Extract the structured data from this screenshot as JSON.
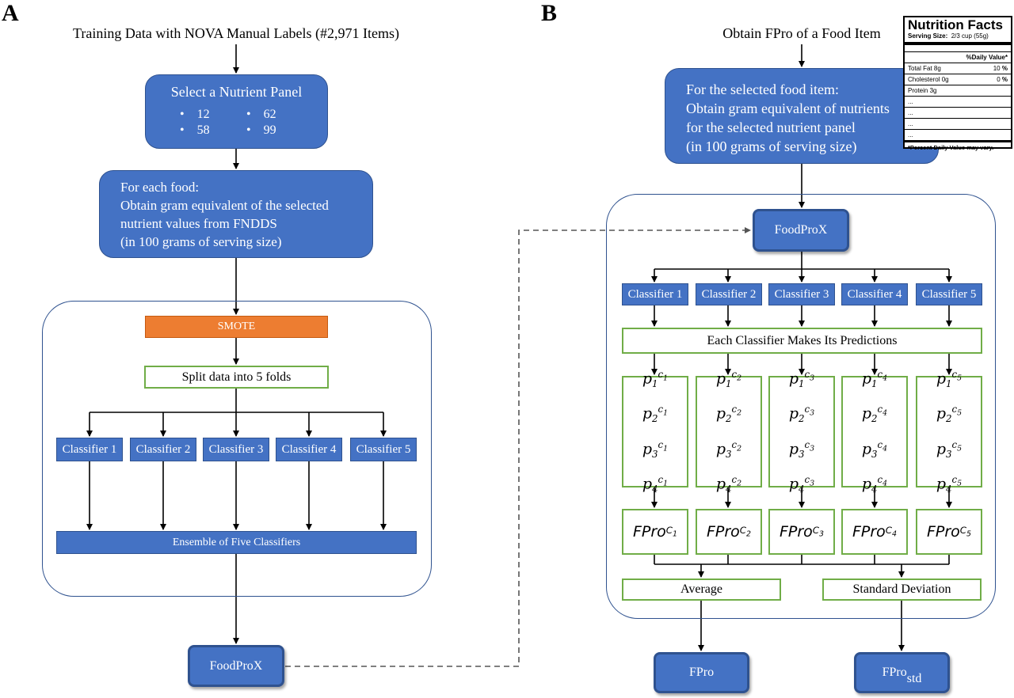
{
  "panel_a": {
    "label": "A",
    "title": "Training Data with NOVA Manual Labels (#2,971 Items)",
    "nutrient_panel": {
      "heading": "Select a Nutrient Panel",
      "options": [
        "12",
        "62",
        "58",
        "99"
      ]
    },
    "each_food": {
      "line1": "For each food:",
      "line2": "Obtain gram equivalent of the selected",
      "line3": "nutrient values from FNDDS",
      "line4": "(in 100 grams of serving size)"
    },
    "smote": "SMOTE",
    "split": "Split data into 5 folds",
    "classifiers": [
      "Classifier 1",
      "Classifier 2",
      "Classifier 3",
      "Classifier 4",
      "Classifier 5"
    ],
    "ensemble": "Ensemble of Five Classifiers",
    "output": "FoodProX"
  },
  "panel_b": {
    "label": "B",
    "title": "Obtain FPro of a Food Item",
    "selected_item": {
      "line1": "For the selected food item:",
      "line2": "Obtain gram equivalent of nutrients",
      "line3": "for the selected nutrient panel",
      "line4": "(in 100 grams of serving size)"
    },
    "model": "FoodProX",
    "classifiers": [
      "Classifier 1",
      "Classifier 2",
      "Classifier 3",
      "Classifier 4",
      "Classifier 5"
    ],
    "predictions": "Each Classifier Makes Its Predictions",
    "prob_columns": [
      {
        "p": "p",
        "c": "c",
        "k": "1",
        "rows": [
          "1",
          "2",
          "3",
          "4"
        ]
      },
      {
        "p": "p",
        "c": "c",
        "k": "2",
        "rows": [
          "1",
          "2",
          "3",
          "4"
        ]
      },
      {
        "p": "p",
        "c": "c",
        "k": "3",
        "rows": [
          "1",
          "2",
          "3",
          "4"
        ]
      },
      {
        "p": "p",
        "c": "c",
        "k": "4",
        "rows": [
          "1",
          "2",
          "3",
          "4"
        ]
      },
      {
        "p": "p",
        "c": "c",
        "k": "5",
        "rows": [
          "1",
          "2",
          "3",
          "4"
        ]
      }
    ],
    "fpro_boxes": [
      {
        "name": "FPro",
        "c": "C",
        "k": "1"
      },
      {
        "name": "FPro",
        "c": "C",
        "k": "2"
      },
      {
        "name": "FPro",
        "c": "C",
        "k": "3"
      },
      {
        "name": "FPro",
        "c": "C",
        "k": "4"
      },
      {
        "name": "FPro",
        "c": "C",
        "k": "5"
      }
    ],
    "average": "Average",
    "std_dev": "Standard Deviation",
    "out_mean": "FPro",
    "out_std_main": "FPro",
    "out_std_sub": "std",
    "nutrition_facts": {
      "title": "Nutrition Facts",
      "serving_label": "Serving Size:",
      "serving_value": "2/3 cup (55g)",
      "dv_header": "%Daily Value*",
      "rows": [
        {
          "label": "Total Fat 8g",
          "value": "10",
          "pct": "%"
        },
        {
          "label": "Cholesterol 0g",
          "value": "0",
          "pct": "%"
        },
        {
          "label": "Protein 3g",
          "value": "",
          "pct": ""
        },
        {
          "label": "...",
          "value": "",
          "pct": ""
        },
        {
          "label": "...",
          "value": "",
          "pct": ""
        },
        {
          "label": "...",
          "value": "",
          "pct": ""
        },
        {
          "label": "...",
          "value": "",
          "pct": ""
        }
      ],
      "footnote": "*Percent Daily Value may vary."
    }
  }
}
